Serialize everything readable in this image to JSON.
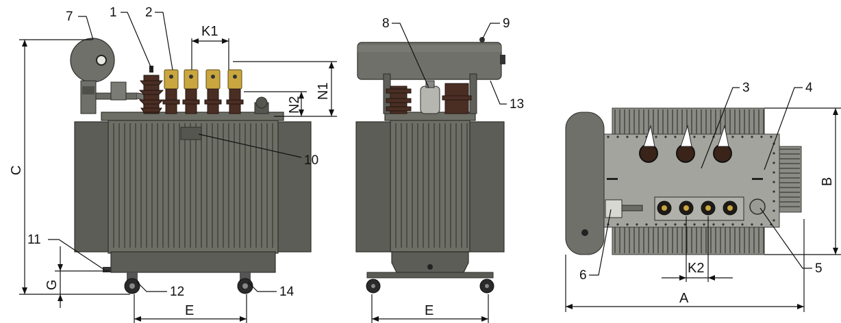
{
  "callouts": {
    "n1": "1",
    "n2": "2",
    "n3": "3",
    "n4": "4",
    "n5": "5",
    "n6": "6",
    "n7": "7",
    "n8": "8",
    "n9": "9",
    "n10": "10",
    "n11": "11",
    "n12": "12",
    "n13": "13",
    "n14": "14"
  },
  "dimensions": {
    "a": "A",
    "b": "B",
    "c": "C",
    "e_front": "E",
    "e_side": "E",
    "g": "G",
    "k1": "K1",
    "k2": "K2",
    "n1": "N1",
    "n2": "N2"
  },
  "colors": {
    "tank": "#6d6e66",
    "hv_bushing": "#4a2e24",
    "lv_bushing": "#c9a640",
    "wheel": "#2a2a2a"
  }
}
